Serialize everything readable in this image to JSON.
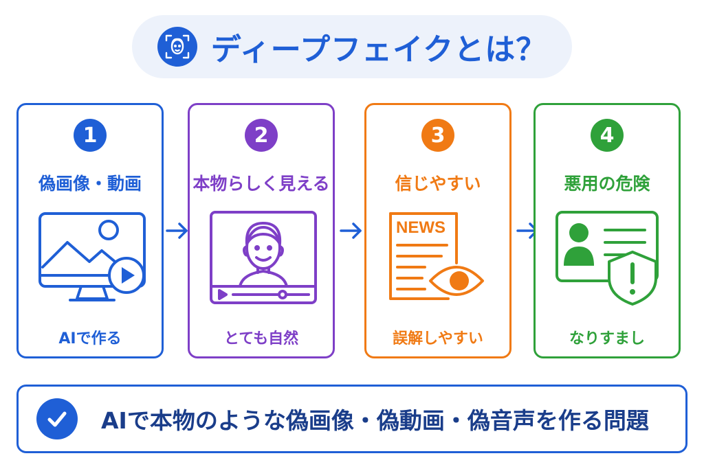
{
  "header": {
    "title": "ディープフェイクとは？",
    "icon": "face-scan-icon"
  },
  "colors": {
    "blue": "#1f5fd6",
    "purple": "#7e3fc7",
    "orange": "#f07a14",
    "green": "#2fa13a",
    "navy": "#1a3d8a"
  },
  "steps": [
    {
      "number": "1",
      "title": "偽画像・動画",
      "subtitle": "AIで作る",
      "icon": "monitor-image-play-icon"
    },
    {
      "number": "2",
      "title": "本物らしく見える",
      "subtitle": "とても自然",
      "icon": "video-face-player-icon"
    },
    {
      "number": "3",
      "title": "信じやすい",
      "subtitle": "誤解しやすい",
      "icon": "news-eye-icon",
      "news_label": "NEWS"
    },
    {
      "number": "4",
      "title": "悪用の危険",
      "subtitle": "なりすまし",
      "icon": "id-card-shield-icon"
    }
  ],
  "summary": {
    "text": "AIで本物のような偽画像・偽動画・偽音声を作る問題",
    "icon": "check-circle-icon"
  }
}
